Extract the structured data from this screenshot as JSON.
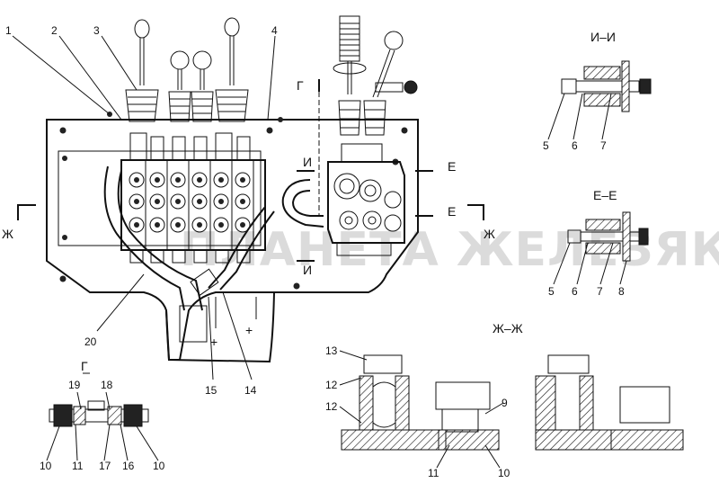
{
  "watermark": "ПЛАНЕТА ЖЕЛЕЗЯКА",
  "callouts": {
    "c1": "1",
    "c2": "2",
    "c3": "3",
    "c4": "4",
    "c20": "20",
    "c15": "15",
    "c14": "14"
  },
  "section_markers": {
    "g_top": "Г",
    "i_top": "И",
    "i_bottom": "И",
    "e_right": "Е",
    "e_right2": "Е",
    "zh_left": "Ж",
    "zh_right": "Ж"
  },
  "main_symbols": {
    "plus_a": "+",
    "plus_b": "+"
  },
  "section_ii": {
    "title": "И–И",
    "labels": [
      "5",
      "6",
      "7"
    ]
  },
  "section_ee": {
    "title": "Е–Е",
    "labels": [
      "5",
      "6",
      "7",
      "8"
    ]
  },
  "section_zhzh": {
    "title": "Ж–Ж",
    "labels": {
      "l13": "13",
      "l12a": "12",
      "l12b": "12",
      "l9": "9",
      "l11": "11",
      "l10": "10"
    }
  },
  "view_g": {
    "title": "Г",
    "labels": {
      "l19": "19",
      "l18": "18",
      "l10a": "10",
      "l11": "11",
      "l17": "17",
      "l16": "16",
      "l10b": "10"
    }
  }
}
